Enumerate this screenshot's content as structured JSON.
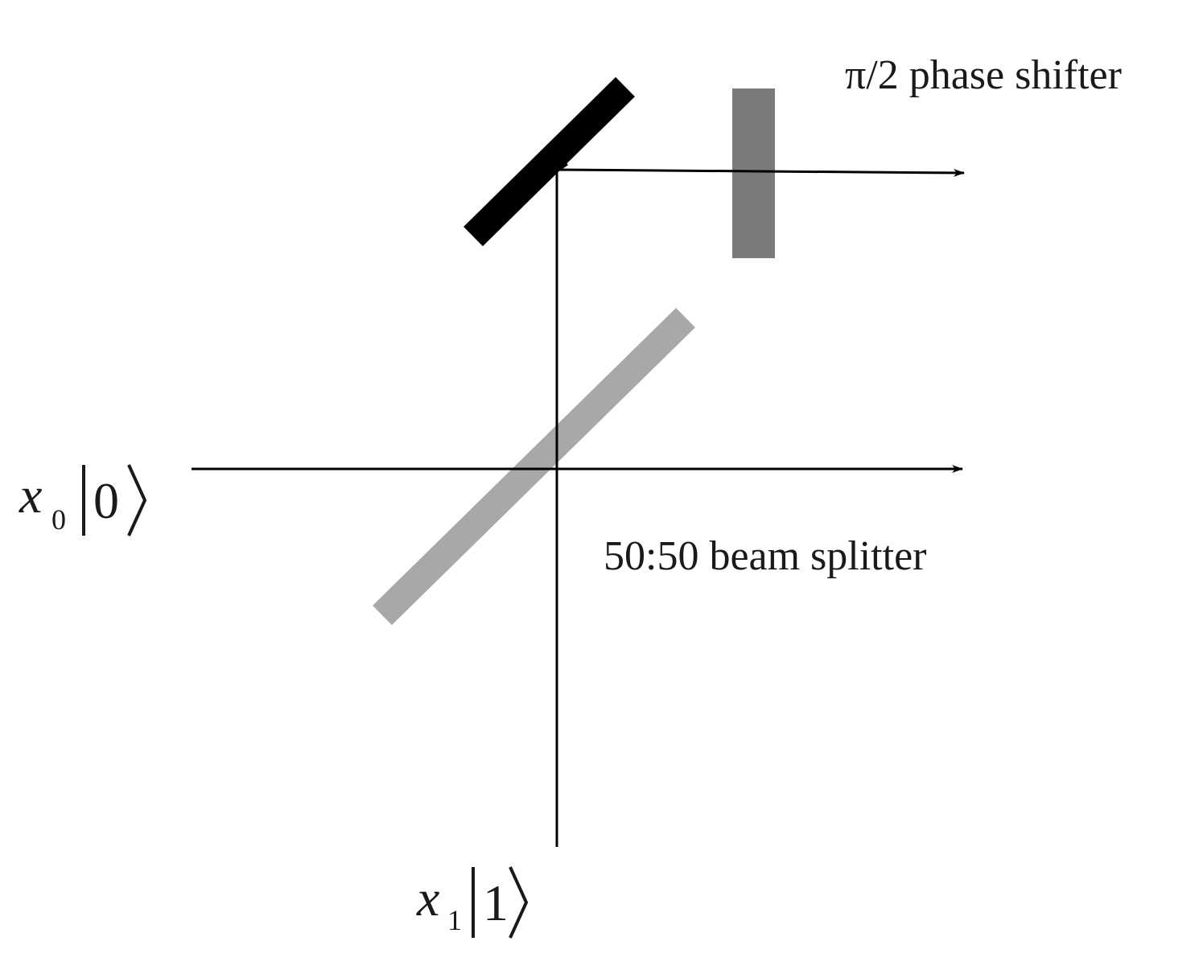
{
  "labels": {
    "phase_shifter": "π/2 phase shifter",
    "beam_splitter": "50:50 beam splitter",
    "input_0": {
      "coefficient": "x",
      "subscript": "0",
      "ket_value": "0"
    },
    "input_1": {
      "coefficient": "x",
      "subscript": "1",
      "ket_value": "1"
    }
  },
  "colors": {
    "mirror": "#000000",
    "phase_shifter": "#7a7a7a",
    "beam_splitter": "#a8a8a8",
    "beam": "#000000",
    "text": "#1a1a1a"
  }
}
